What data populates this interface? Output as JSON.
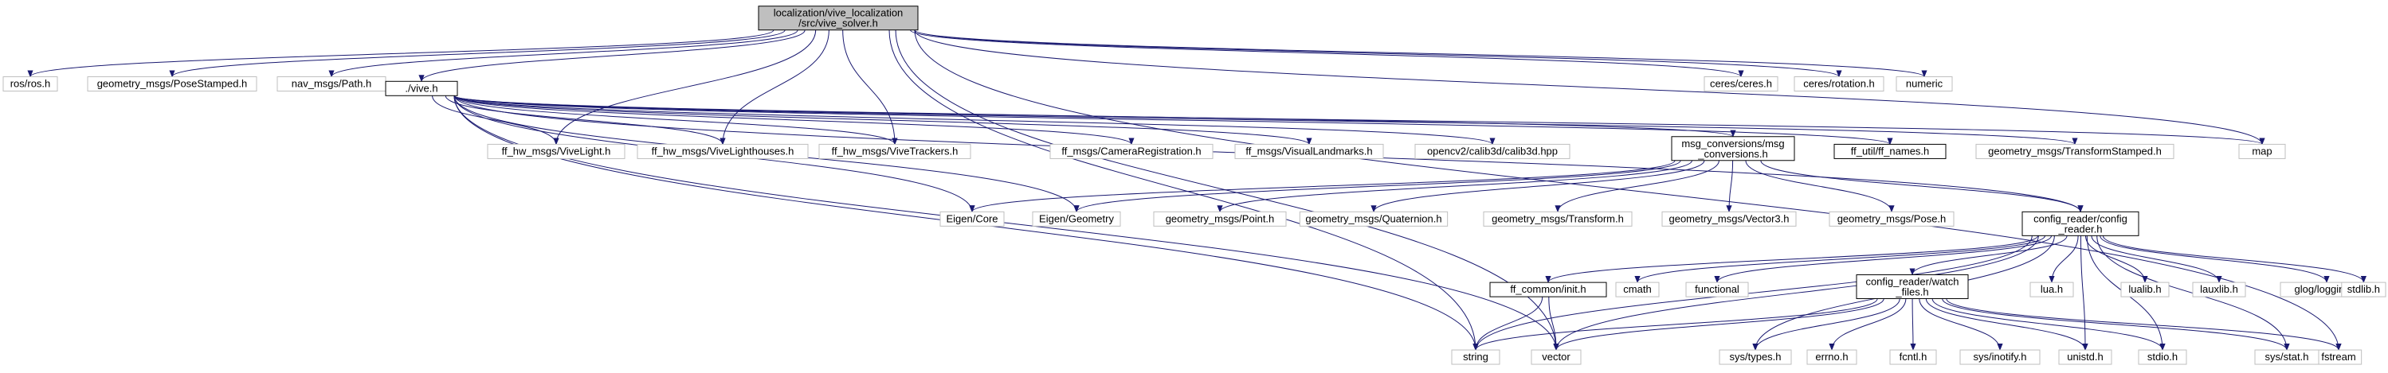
{
  "diagram": {
    "kind": "include-dependency-graph",
    "colors": {
      "edge": "#191970",
      "root_fill": "#bfbfbf",
      "documented_border": "#000000",
      "external_border": "#bfbfbf"
    },
    "nodes": [
      {
        "id": "root",
        "lines": [
          "localization/vive_localization",
          "/src/vive_solver.h"
        ],
        "style": "root"
      },
      {
        "id": "ros",
        "lines": [
          "ros/ros.h"
        ],
        "style": "external"
      },
      {
        "id": "pose_stamped",
        "lines": [
          "geometry_msgs/PoseStamped.h"
        ],
        "style": "external"
      },
      {
        "id": "path",
        "lines": [
          "nav_msgs/Path.h"
        ],
        "style": "external"
      },
      {
        "id": "vive",
        "lines": [
          "./vive.h"
        ],
        "style": "documented"
      },
      {
        "id": "ceres",
        "lines": [
          "ceres/ceres.h"
        ],
        "style": "external"
      },
      {
        "id": "ceres_rot",
        "lines": [
          "ceres/rotation.h"
        ],
        "style": "external"
      },
      {
        "id": "numeric",
        "lines": [
          "numeric"
        ],
        "style": "external"
      },
      {
        "id": "vive_light",
        "lines": [
          "ff_hw_msgs/ViveLight.h"
        ],
        "style": "external"
      },
      {
        "id": "vive_lighthouses",
        "lines": [
          "ff_hw_msgs/ViveLighthouses.h"
        ],
        "style": "external"
      },
      {
        "id": "vive_trackers",
        "lines": [
          "ff_hw_msgs/ViveTrackers.h"
        ],
        "style": "external"
      },
      {
        "id": "camera_reg",
        "lines": [
          "ff_msgs/CameraRegistration.h"
        ],
        "style": "external"
      },
      {
        "id": "visual_landmarks",
        "lines": [
          "ff_msgs/VisualLandmarks.h"
        ],
        "style": "external"
      },
      {
        "id": "calib3d",
        "lines": [
          "opencv2/calib3d/calib3d.hpp"
        ],
        "style": "external"
      },
      {
        "id": "msg_conv",
        "lines": [
          "msg_conversions/msg",
          "_conversions.h"
        ],
        "style": "documented"
      },
      {
        "id": "ff_names",
        "lines": [
          "ff_util/ff_names.h"
        ],
        "style": "documented"
      },
      {
        "id": "transform_stamped",
        "lines": [
          "geometry_msgs/TransformStamped.h"
        ],
        "style": "external"
      },
      {
        "id": "map",
        "lines": [
          "map"
        ],
        "style": "external"
      },
      {
        "id": "fstream",
        "lines": [
          "fstream"
        ],
        "style": "external"
      },
      {
        "id": "eigen_core",
        "lines": [
          "Eigen/Core"
        ],
        "style": "external"
      },
      {
        "id": "eigen_geometry",
        "lines": [
          "Eigen/Geometry"
        ],
        "style": "external"
      },
      {
        "id": "point",
        "lines": [
          "geometry_msgs/Point.h"
        ],
        "style": "external"
      },
      {
        "id": "quaternion",
        "lines": [
          "geometry_msgs/Quaternion.h"
        ],
        "style": "external"
      },
      {
        "id": "transform",
        "lines": [
          "geometry_msgs/Transform.h"
        ],
        "style": "external"
      },
      {
        "id": "vector3",
        "lines": [
          "geometry_msgs/Vector3.h"
        ],
        "style": "external"
      },
      {
        "id": "pose",
        "lines": [
          "geometry_msgs/Pose.h"
        ],
        "style": "external"
      },
      {
        "id": "config_reader",
        "lines": [
          "config_reader/config",
          "_reader.h"
        ],
        "style": "documented"
      },
      {
        "id": "ff_init",
        "lines": [
          "ff_common/init.h"
        ],
        "style": "documented"
      },
      {
        "id": "cmath",
        "lines": [
          "cmath"
        ],
        "style": "external"
      },
      {
        "id": "functional",
        "lines": [
          "functional"
        ],
        "style": "external"
      },
      {
        "id": "watch_files",
        "lines": [
          "config_reader/watch",
          "_files.h"
        ],
        "style": "documented"
      },
      {
        "id": "lua",
        "lines": [
          "lua.h"
        ],
        "style": "external"
      },
      {
        "id": "lualib",
        "lines": [
          "lualib.h"
        ],
        "style": "external"
      },
      {
        "id": "lauxlib",
        "lines": [
          "lauxlib.h"
        ],
        "style": "external"
      },
      {
        "id": "glog",
        "lines": [
          "glog/logging.h"
        ],
        "style": "external"
      },
      {
        "id": "stdlib",
        "lines": [
          "stdlib.h"
        ],
        "style": "external"
      },
      {
        "id": "string",
        "lines": [
          "string"
        ],
        "style": "external"
      },
      {
        "id": "vector",
        "lines": [
          "vector"
        ],
        "style": "external"
      },
      {
        "id": "sys_types",
        "lines": [
          "sys/types.h"
        ],
        "style": "external"
      },
      {
        "id": "errno",
        "lines": [
          "errno.h"
        ],
        "style": "external"
      },
      {
        "id": "fcntl",
        "lines": [
          "fcntl.h"
        ],
        "style": "external"
      },
      {
        "id": "inotify",
        "lines": [
          "sys/inotify.h"
        ],
        "style": "external"
      },
      {
        "id": "unistd",
        "lines": [
          "unistd.h"
        ],
        "style": "external"
      },
      {
        "id": "stdio",
        "lines": [
          "stdio.h"
        ],
        "style": "external"
      },
      {
        "id": "sys_stat",
        "lines": [
          "sys/stat.h"
        ],
        "style": "external"
      }
    ],
    "edges": [
      [
        "root",
        "ros"
      ],
      [
        "root",
        "pose_stamped"
      ],
      [
        "root",
        "path"
      ],
      [
        "root",
        "vive"
      ],
      [
        "root",
        "ceres"
      ],
      [
        "root",
        "ceres_rot"
      ],
      [
        "root",
        "numeric"
      ],
      [
        "root",
        "vive_light"
      ],
      [
        "root",
        "vive_lighthouses"
      ],
      [
        "root",
        "vive_trackers"
      ],
      [
        "root",
        "map"
      ],
      [
        "root",
        "fstream"
      ],
      [
        "root",
        "string"
      ],
      [
        "root",
        "vector"
      ],
      [
        "vive",
        "vive_light"
      ],
      [
        "vive",
        "vive_lighthouses"
      ],
      [
        "vive",
        "vive_trackers"
      ],
      [
        "vive",
        "camera_reg"
      ],
      [
        "vive",
        "visual_landmarks"
      ],
      [
        "vive",
        "calib3d"
      ],
      [
        "vive",
        "msg_conv"
      ],
      [
        "vive",
        "ff_names"
      ],
      [
        "vive",
        "transform_stamped"
      ],
      [
        "vive",
        "map"
      ],
      [
        "vive",
        "eigen_core"
      ],
      [
        "vive",
        "eigen_geometry"
      ],
      [
        "vive",
        "config_reader"
      ],
      [
        "vive",
        "string"
      ],
      [
        "vive",
        "vector"
      ],
      [
        "msg_conv",
        "eigen_core"
      ],
      [
        "msg_conv",
        "eigen_geometry"
      ],
      [
        "msg_conv",
        "point"
      ],
      [
        "msg_conv",
        "quaternion"
      ],
      [
        "msg_conv",
        "transform"
      ],
      [
        "msg_conv",
        "vector3"
      ],
      [
        "msg_conv",
        "pose"
      ],
      [
        "msg_conv",
        "config_reader"
      ],
      [
        "config_reader",
        "ff_init"
      ],
      [
        "config_reader",
        "cmath"
      ],
      [
        "config_reader",
        "functional"
      ],
      [
        "config_reader",
        "watch_files"
      ],
      [
        "config_reader",
        "lua"
      ],
      [
        "config_reader",
        "lualib"
      ],
      [
        "config_reader",
        "lauxlib"
      ],
      [
        "config_reader",
        "glog"
      ],
      [
        "config_reader",
        "stdlib"
      ],
      [
        "config_reader",
        "string"
      ],
      [
        "config_reader",
        "vector"
      ],
      [
        "config_reader",
        "sys_types"
      ],
      [
        "config_reader",
        "unistd"
      ],
      [
        "config_reader",
        "stdio"
      ],
      [
        "config_reader",
        "sys_stat"
      ],
      [
        "ff_init",
        "string"
      ],
      [
        "ff_init",
        "vector"
      ],
      [
        "watch_files",
        "string"
      ],
      [
        "watch_files",
        "vector"
      ],
      [
        "watch_files",
        "sys_types"
      ],
      [
        "watch_files",
        "errno"
      ],
      [
        "watch_files",
        "fcntl"
      ],
      [
        "watch_files",
        "inotify"
      ],
      [
        "watch_files",
        "unistd"
      ],
      [
        "watch_files",
        "stdio"
      ],
      [
        "watch_files",
        "sys_stat"
      ],
      [
        "watch_files",
        "fstream"
      ]
    ]
  }
}
